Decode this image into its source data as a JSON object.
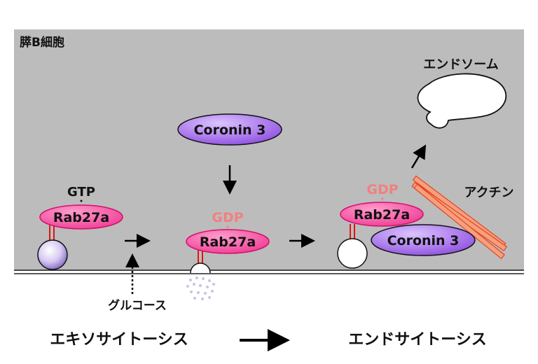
{
  "cell_label": "膵B細胞",
  "labels": {
    "gtp": "GTP",
    "gdp_1": "GDP",
    "gdp_2": "GDP",
    "rab27a_1": "Rab27a",
    "rab27a_2": "Rab27a",
    "rab27a_3": "Rab27a",
    "coronin3_top": "Coronin 3",
    "coronin3_bottom": "Coronin 3",
    "endosome": "エンドソーム",
    "actin": "アクチン",
    "glucose": "グルコース"
  },
  "footer": {
    "left": "エキソサイトーシス",
    "right": "エンドサイトーシス"
  },
  "colors": {
    "cell_bg": "#bcbcbc",
    "rab_fill": "#f25aa6",
    "rab_stroke": "#d40f6a",
    "coronin_fill": "#a066e6",
    "gdp_text": "#f28080",
    "anchor_red": "#e01414",
    "actin_fill": "#f7a07a",
    "actin_stroke": "#e0442a"
  }
}
